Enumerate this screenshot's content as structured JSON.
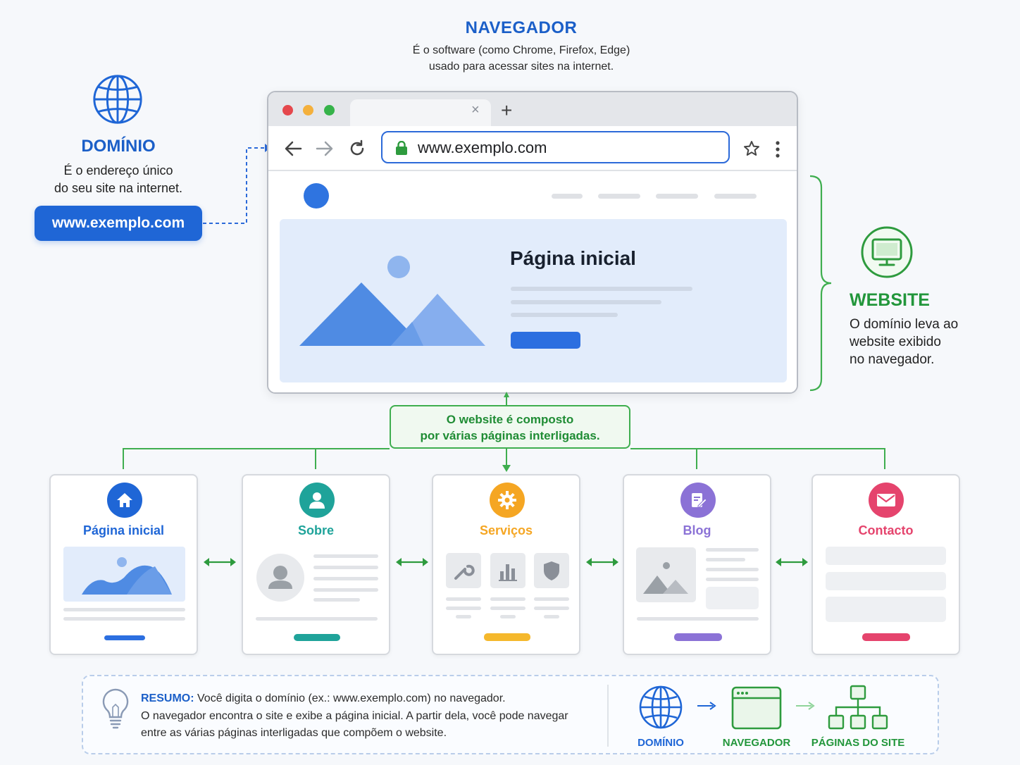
{
  "navegador": {
    "title": "NAVEGADOR",
    "desc_line1": "É o software (como Chrome, Firefox, Edge)",
    "desc_line2": "usado para acessar sites na internet."
  },
  "dominio": {
    "title": "DOMÍNIO",
    "desc_line1": "É o endereço único",
    "desc_line2": "do seu site na internet.",
    "pill": "www.exemplo.com"
  },
  "browser": {
    "url": "www.exemplo.com",
    "tab_close": "×",
    "new_tab": "+",
    "hero_title": "Página inicial"
  },
  "website": {
    "title": "WEBSITE",
    "desc_line1": "O domínio leva ao",
    "desc_line2": "website exibido",
    "desc_line3": "no navegador."
  },
  "note": {
    "line1": "O website é composto",
    "line2": "por várias páginas interligadas."
  },
  "pages": [
    {
      "label": "Página inicial",
      "color": "#1f66d6",
      "icon": "home-icon"
    },
    {
      "label": "Sobre",
      "color": "#1fa39a",
      "icon": "user-icon"
    },
    {
      "label": "Serviços",
      "color": "#f5a623",
      "icon": "gear-icon"
    },
    {
      "label": "Blog",
      "color": "#8b72d6",
      "icon": "edit-doc-icon"
    },
    {
      "label": "Contacto",
      "color": "#e5446d",
      "icon": "mail-icon"
    }
  ],
  "summary": {
    "label": "RESUMO:",
    "line1": " Você digita o domínio (ex.: www.exemplo.com) no navegador.",
    "line2": "O navegador encontra o site e exibe a página inicial. A partir dela, você pode navegar",
    "line3": "entre as várias páginas interligadas que compõem o website.",
    "flow": [
      "DOMÍNIO",
      "NAVEGADOR",
      "PÁGINAS DO SITE"
    ]
  },
  "colors": {
    "blue": "#1f66d6",
    "green": "#22963b",
    "orange": "#f5a623",
    "purple": "#8b72d6",
    "red": "#e5446d",
    "teal": "#1fa39a"
  }
}
